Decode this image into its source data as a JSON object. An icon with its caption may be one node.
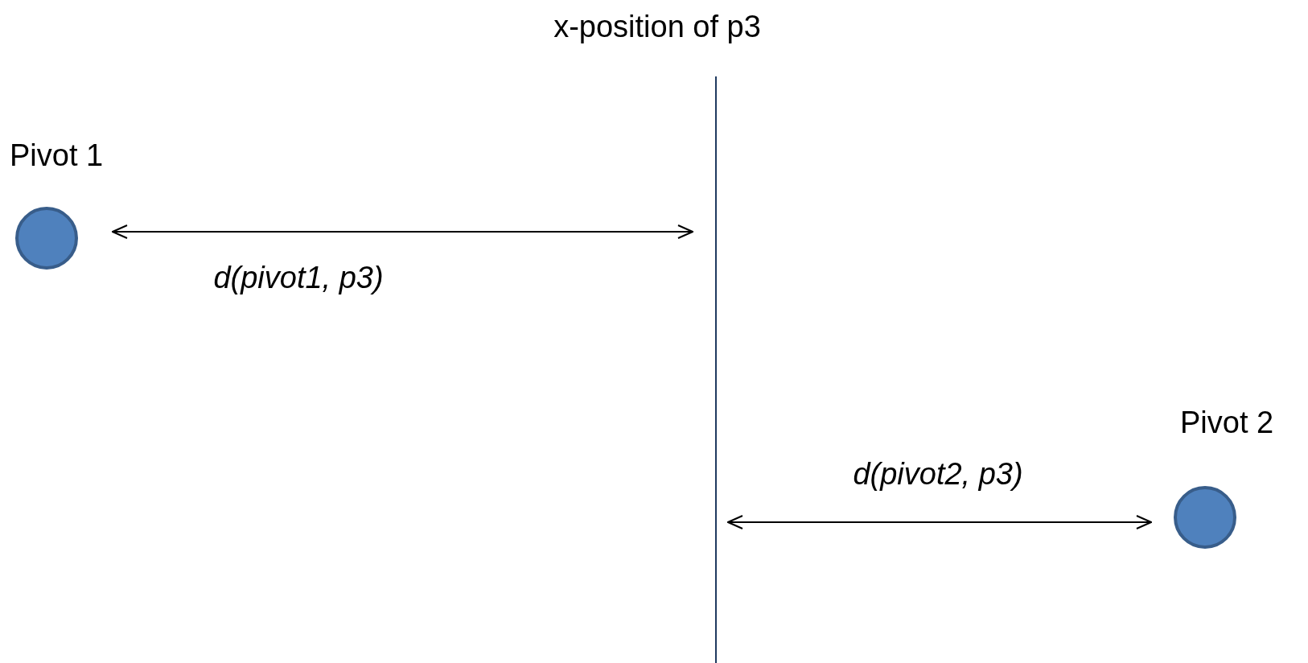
{
  "diagram": {
    "title": "x-position of p3",
    "nodes": [
      {
        "text": [],
        "shape": "circle",
        "beside": [
          "Pivot 1"
        ]
      },
      {
        "text": [],
        "shape": "circle",
        "beside": [
          "Pivot 2"
        ]
      }
    ],
    "labels": [
      "d(pivot1, p3)",
      "d(pivot2, p3)"
    ]
  }
}
